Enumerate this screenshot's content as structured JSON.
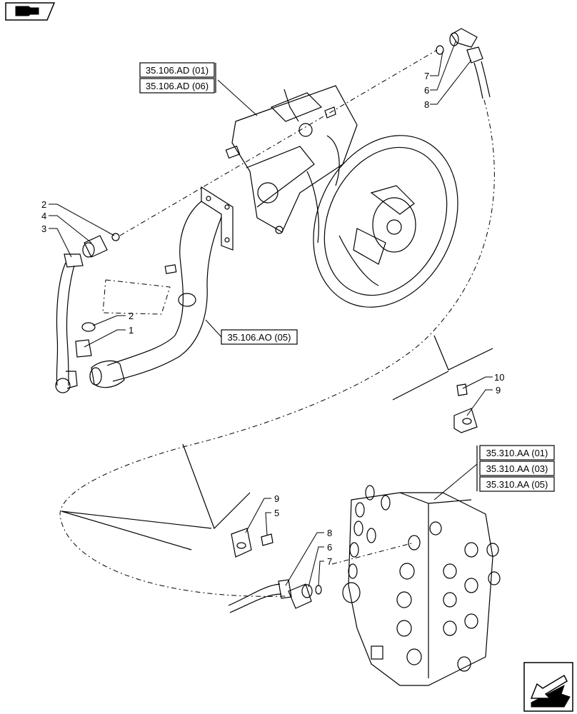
{
  "icons": {
    "top_left": "assembly-view-icon",
    "bottom_right": "next-page-arrow-icon"
  },
  "references": {
    "pump_1": "35.106.AD (01)",
    "pump_2": "35.106.AD (06)",
    "suction": "35.106.AO (05)",
    "valve_1": "35.310.AA (01)",
    "valve_2": "35.310.AA (03)",
    "valve_3": "35.310.AA (05)"
  },
  "callouts": {
    "c7_top": "7",
    "c6_top": "6",
    "c8_top": "8",
    "c2_top": "2",
    "c4": "4",
    "c3": "3",
    "c2_mid": "2",
    "c1": "1",
    "c10": "10",
    "c9_right": "9",
    "c9_left": "9",
    "c5": "5",
    "c8_bot": "8",
    "c6_bot": "6",
    "c7_bot": "7"
  }
}
